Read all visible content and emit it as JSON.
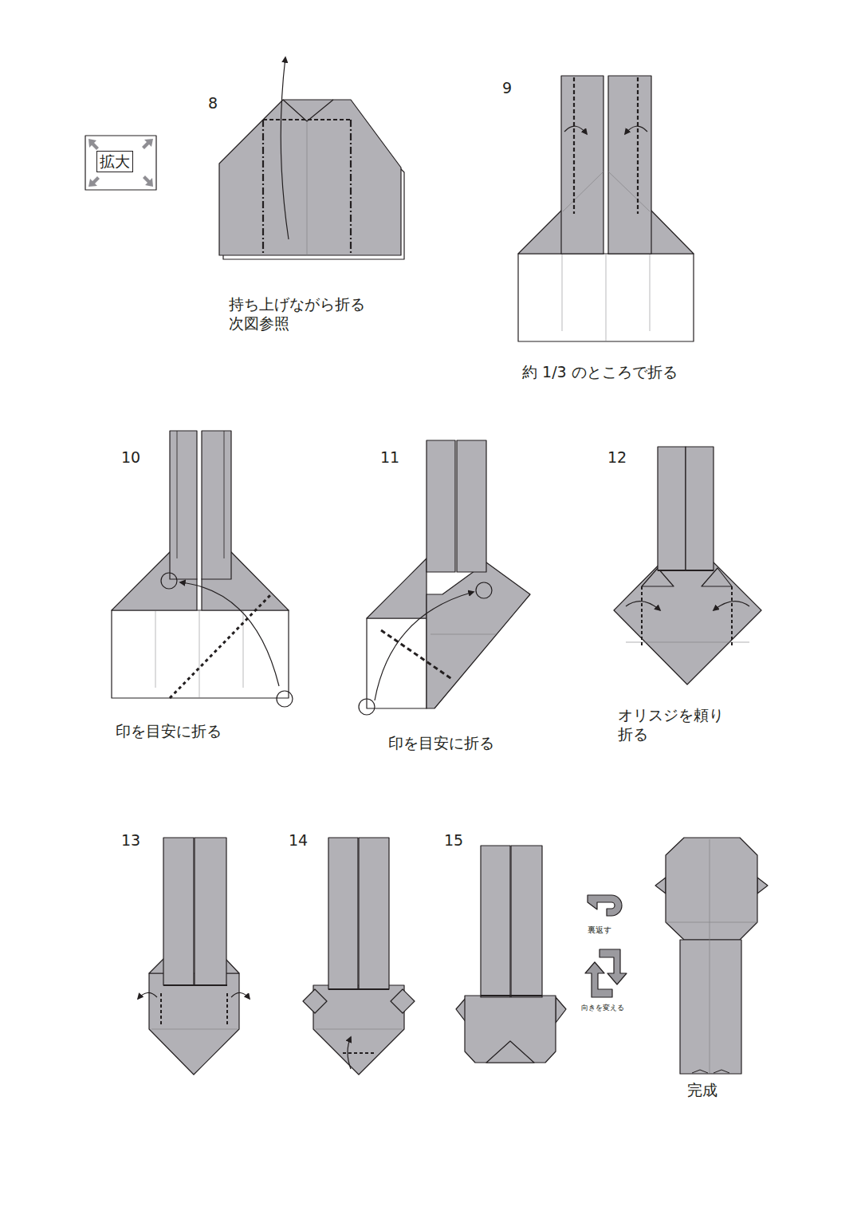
{
  "diagram": {
    "nodes": [
      {
        "text": [
          "拡大"
        ]
      }
    ],
    "labels": [
      "8",
      "持ち上げながら折る 次図参照",
      "9",
      "約 1/3 のところで折る",
      "10",
      "印を目安に折る",
      "11",
      "印を目安に折る",
      "12",
      "オリスジを頼り 折る",
      "13",
      "14",
      "15",
      "裏返す",
      "向きを変える",
      "完成"
    ]
  }
}
